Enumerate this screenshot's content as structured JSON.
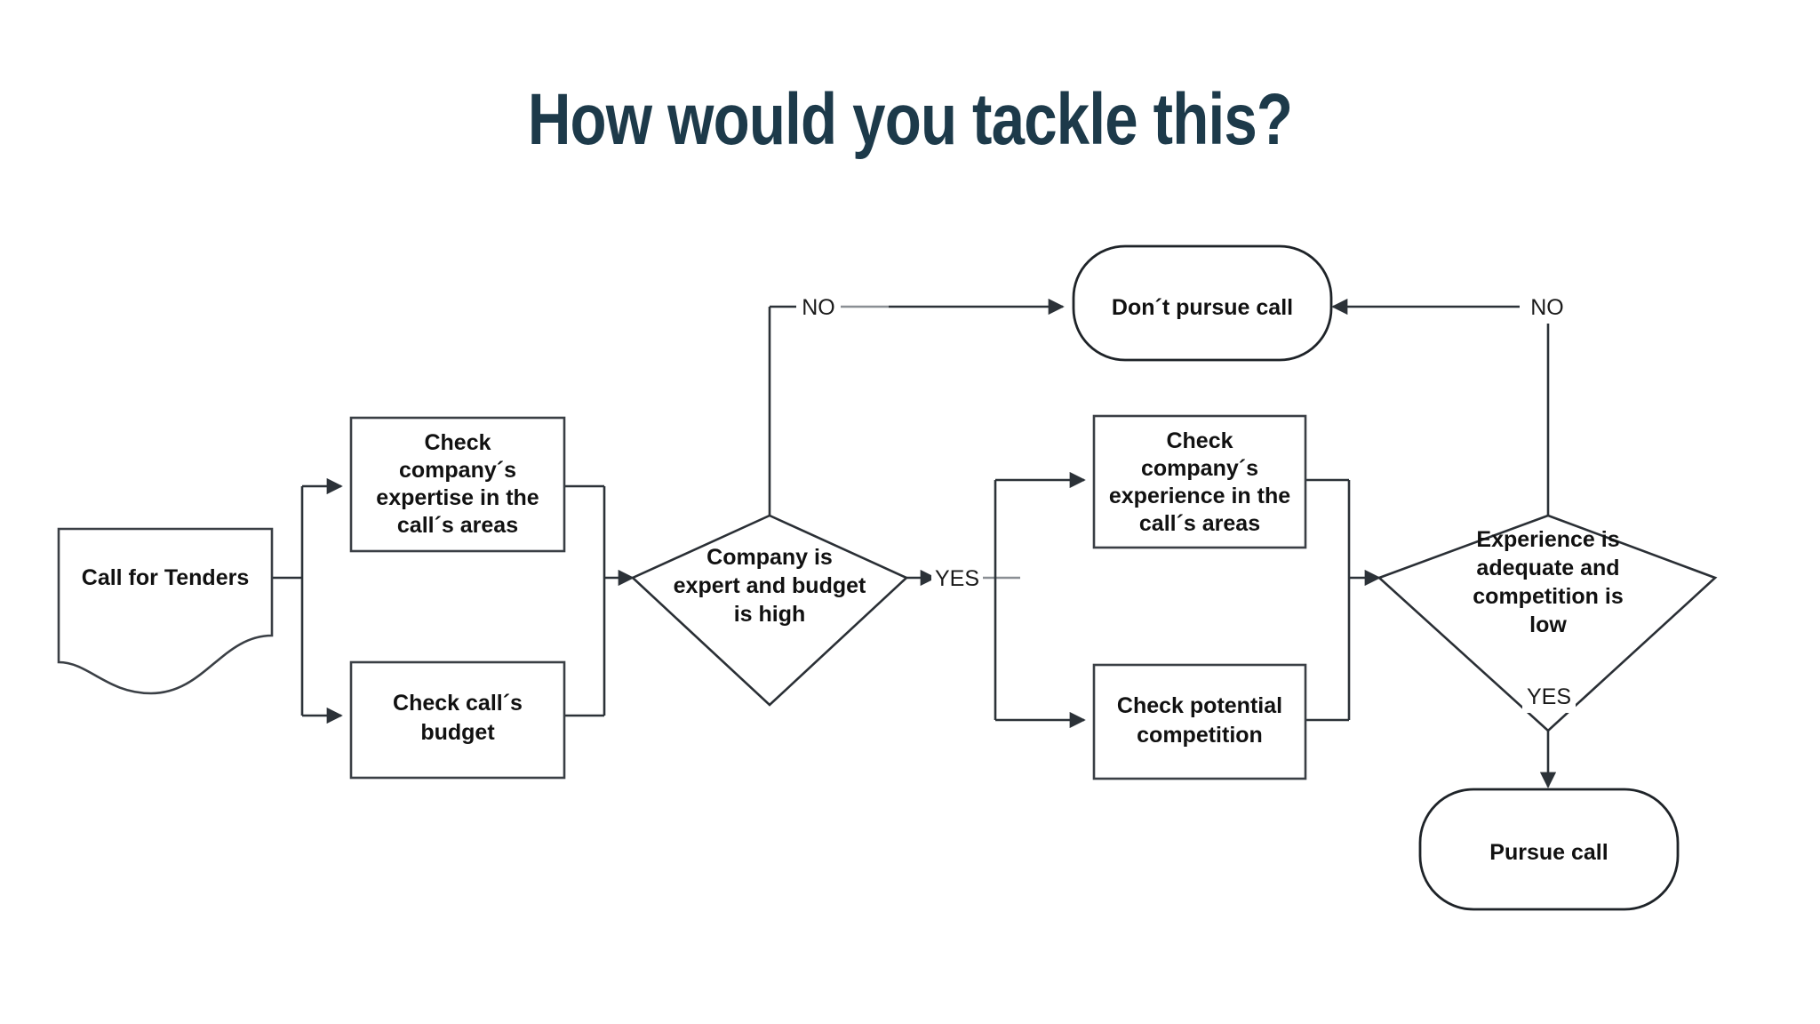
{
  "slide": {
    "title": "How would you tackle this?",
    "title_color": "#1d3a4a",
    "background_color": "#ffffff"
  },
  "chart_data": {
    "type": "diagram",
    "diagram_type": "flowchart",
    "title": "How would you tackle this?",
    "nodes": [
      {
        "id": "call-for-tenders",
        "shape": "document",
        "label": "Call for Tenders"
      },
      {
        "id": "check-expertise",
        "shape": "process",
        "label": "Check company´s expertise in the call´s areas"
      },
      {
        "id": "check-budget",
        "shape": "process",
        "label": "Check call´s budget"
      },
      {
        "id": "decision-expert-budget",
        "shape": "decision",
        "label": "Company is expert and budget is high"
      },
      {
        "id": "dont-pursue-call",
        "shape": "terminator",
        "label": "Don´t pursue call"
      },
      {
        "id": "check-experience",
        "shape": "process",
        "label": "Check company´s experience in the call´s areas"
      },
      {
        "id": "check-competition",
        "shape": "process",
        "label": "Check potential competition"
      },
      {
        "id": "decision-experience-competition",
        "shape": "decision",
        "label": "Experience is adequate and competition is low"
      },
      {
        "id": "pursue-call",
        "shape": "terminator",
        "label": "Pursue call"
      }
    ],
    "edges": [
      {
        "from": "call-for-tenders",
        "to": "check-expertise",
        "label": ""
      },
      {
        "from": "call-for-tenders",
        "to": "check-budget",
        "label": ""
      },
      {
        "from": "check-expertise",
        "to": "decision-expert-budget",
        "label": ""
      },
      {
        "from": "check-budget",
        "to": "decision-expert-budget",
        "label": ""
      },
      {
        "from": "decision-expert-budget",
        "to": "dont-pursue-call",
        "label": "NO"
      },
      {
        "from": "decision-expert-budget",
        "to": "check-experience",
        "label": "YES"
      },
      {
        "from": "decision-expert-budget",
        "to": "check-competition",
        "label": "YES"
      },
      {
        "from": "check-experience",
        "to": "decision-experience-competition",
        "label": ""
      },
      {
        "from": "check-competition",
        "to": "decision-experience-competition",
        "label": ""
      },
      {
        "from": "decision-experience-competition",
        "to": "dont-pursue-call",
        "label": "NO"
      },
      {
        "from": "decision-experience-competition",
        "to": "pursue-call",
        "label": "YES"
      }
    ]
  },
  "nodes": {
    "call_for_tenders": {
      "label": "Call for Tenders"
    },
    "check_expertise": {
      "line1": "Check",
      "line2": "company´s",
      "line3": "expertise in the",
      "line4": "call´s areas"
    },
    "check_budget": {
      "line1": "Check call´s",
      "line2": "budget"
    },
    "decision_expert_budget": {
      "line1": "Company is",
      "line2": "expert and budget",
      "line3": "is high"
    },
    "dont_pursue_call": {
      "label": "Don´t pursue call"
    },
    "check_experience": {
      "line1": "Check",
      "line2": "company´s",
      "line3": "experience in the",
      "line4": "call´s areas"
    },
    "check_competition": {
      "line1": "Check potential",
      "line2": "competition"
    },
    "decision_experience_competition": {
      "line1": "Experience is",
      "line2": "adequate and",
      "line3": "competition is",
      "line4": "low"
    },
    "pursue_call": {
      "label": "Pursue call"
    }
  },
  "edge_labels": {
    "no_left": "NO",
    "no_right": "NO",
    "yes_middle": "YES",
    "yes_bottom": "YES"
  }
}
